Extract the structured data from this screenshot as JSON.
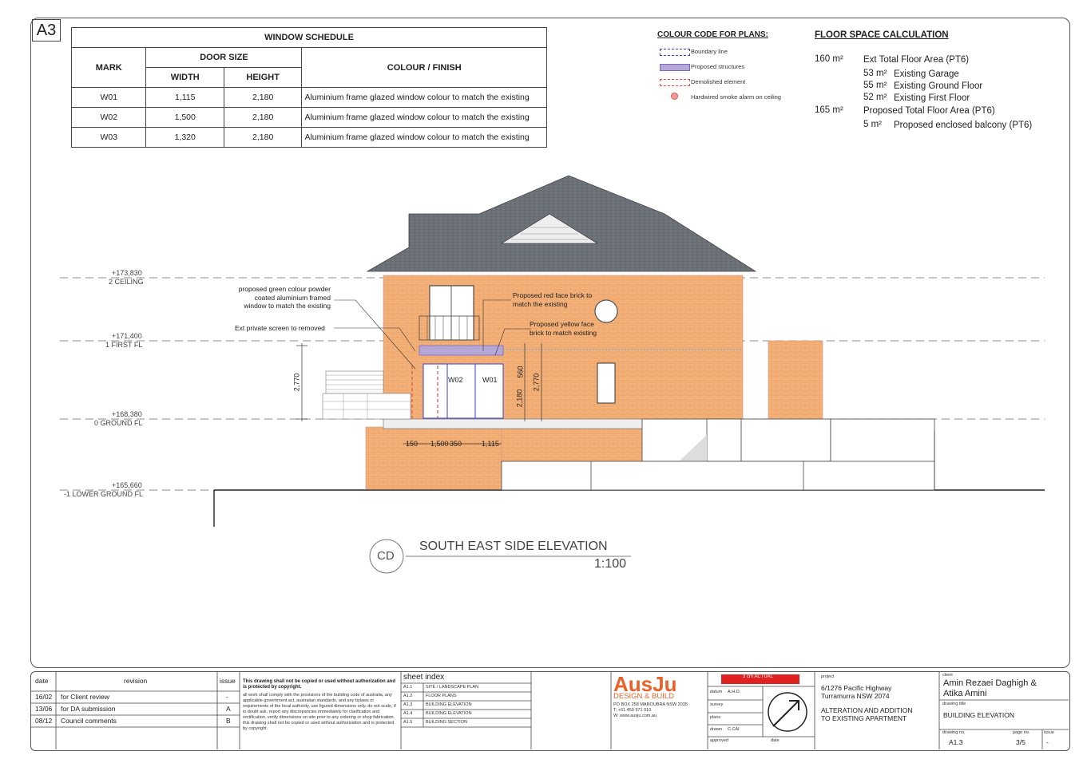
{
  "sheet_size": "A3",
  "window_schedule": {
    "title": "WINDOW SCHEDULE",
    "col_mark": "MARK",
    "col_door_size": "DOOR SIZE",
    "col_width": "WIDTH",
    "col_height": "HEIGHT",
    "col_colour": "COLOUR / FINISH",
    "rows": [
      {
        "mark": "W01",
        "width": "1,115",
        "height": "2,180",
        "finish": "Aluminium frame glazed window colour to match the existing"
      },
      {
        "mark": "W02",
        "width": "1,500",
        "height": "2,180",
        "finish": "Aluminium frame glazed window colour to match the existing"
      },
      {
        "mark": "W03",
        "width": "1,320",
        "height": "2,180",
        "finish": "Aluminium frame glazed window colour to match the existing"
      }
    ]
  },
  "colour_code": {
    "title": "COLOUR CODE FOR PLANS:",
    "items": [
      "Boundary line",
      "Proposed structures",
      "Demolished element",
      "Hardwired smoke alarm on ceiling"
    ]
  },
  "floor_space": {
    "title": "FLOOR SPACE CALCULATION",
    "rows": [
      {
        "area": "160 m²",
        "label": "Ext Total Floor Area (PT6)"
      },
      {
        "area": "53 m²",
        "label": "Existing Garage"
      },
      {
        "area": "55 m²",
        "label": "Existing Ground Floor"
      },
      {
        "area": "52 m²",
        "label": "Existing First Floor"
      },
      {
        "area": "165 m²",
        "label": "Proposed Total Floor Area (PT6)"
      },
      {
        "area": "5 m²",
        "label": "Proposed enclosed balcony (PT6)"
      }
    ]
  },
  "levels": [
    {
      "rl": "+173,830",
      "name": "2 CEILING"
    },
    {
      "rl": "+171,400",
      "name": "1 FIRST FL"
    },
    {
      "rl": "+168,380",
      "name": "0 GROUND FL"
    },
    {
      "rl": "+165,660",
      "name": "-1 LOWER GROUND FL"
    }
  ],
  "annotations": {
    "green_window": [
      "proposed green colour powder",
      "coated aluminium framed",
      "window to match the existing"
    ],
    "screen": "Ext private screen to removed",
    "red_brick": [
      "Proposed red face brick to",
      "match the existing"
    ],
    "yellow_brick": [
      "Proposed yellow face",
      "brick to match existing"
    ],
    "w02": "W02",
    "w01": "W01",
    "dim_2770_left": "2,770",
    "dim_2770_right": "2,770",
    "dim_2180": "2,180",
    "dim_560": "560",
    "dim_150": "150",
    "dim_1500": "1,500",
    "dim_350": "350",
    "dim_1115": "1,115"
  },
  "drawing_title": {
    "code": "CD",
    "name": "SOUTH EAST SIDE ELEVATION",
    "scale": "1:100"
  },
  "title_block": {
    "col_date": "date",
    "col_revision": "revision",
    "col_issue": "issue",
    "revisions": [
      {
        "date": "16/02",
        "revision": "for Client review",
        "issue": "-"
      },
      {
        "date": "13/06",
        "revision": "for DA submission",
        "issue": "A"
      },
      {
        "date": "08/12",
        "revision": "Council comments",
        "issue": "B"
      }
    ],
    "copyright_heading": "This drawing shall not be copied or used without authorization and is protected by copyright.",
    "copyright_body": "all work shall comply with the provisions of the building code of australia, any applicable government act, australian standards, and any bylaws or requirements of the local authority. use figured dimensions only, do not scale, if in doubt ask. report any discrepancies immediately for clarification and rectification. verify dimensions on site prior to any ordering or shop fabrication. this drawing shall not be copied or used without authorization and is protected by copyright.",
    "sheet_index_title": "sheet index",
    "sheet_index": [
      {
        "no": "A1.1",
        "name": "SITE / LANDSCAPE PLAN"
      },
      {
        "no": "A1.2",
        "name": "FLOOR PLANS"
      },
      {
        "no": "A1.3",
        "name": "BUILDING ELEVATION"
      },
      {
        "no": "A1.4",
        "name": "BUILDING ELEVATION"
      },
      {
        "no": "A1.5",
        "name": "BUILDING SECTION"
      }
    ],
    "logo": "AusJu",
    "logo_sub": "DESIGN & BUILD",
    "contact": [
      "PO BOX 258 MAROUBRA NSW 2035",
      "T: +61 450 971 010",
      "W: www.ausju.com.au"
    ],
    "scale_bar": "3 cm ACTUAL",
    "fields": [
      "datum",
      "survey",
      "plans",
      "drawn",
      "approved"
    ],
    "datum_value": "A.H.D.",
    "drawn_value": "C.CAI",
    "date_label": "date",
    "project_label": "project",
    "project_address": [
      "6/1276 Pacific Highway",
      "Turramurra NSW 2074"
    ],
    "project_desc": [
      "ALTERATION AND ADDITION",
      "TO EXISTING APARTMENT"
    ],
    "client_label": "client",
    "client_names": [
      "Amin Rezaei Daghigh &",
      "Atika Amini"
    ],
    "drawing_title_label": "drawing title",
    "drawing_title_value": "BUILDING ELEVATION",
    "drawing_no_label": "drawing no.",
    "drawing_no": "A1.3",
    "page_no_label": "page no.",
    "page_no": "3/5",
    "issue_label": "issue",
    "issue_value": "-"
  }
}
